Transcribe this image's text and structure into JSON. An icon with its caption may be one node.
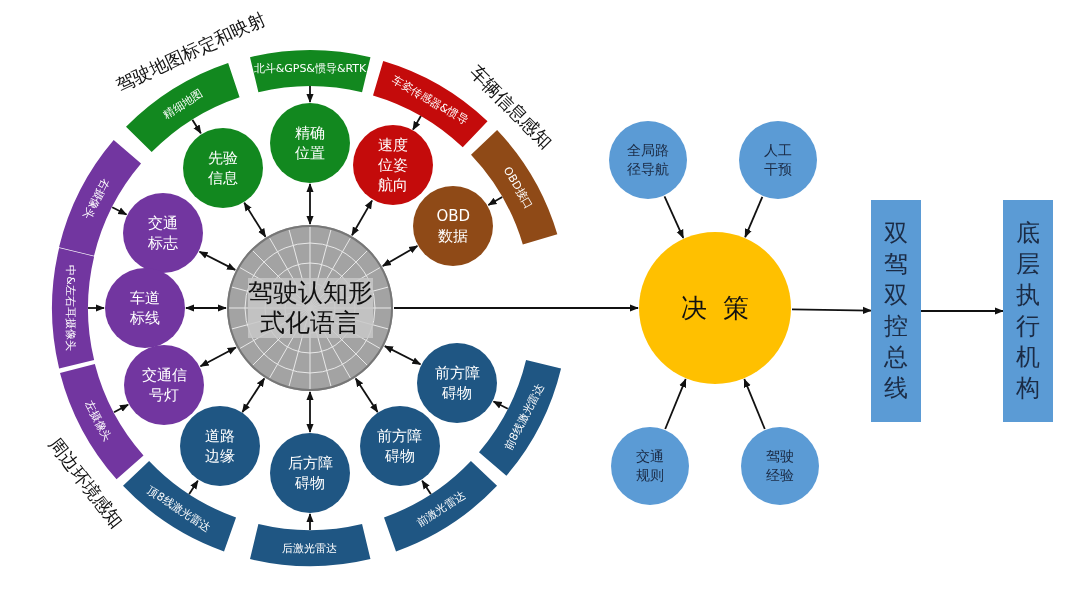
{
  "diagram": {
    "nodes": [
      {
        "text": [
          "精细地图"
        ]
      },
      {
        "text": [
          "北斗&GPS&惯导&RTK"
        ]
      },
      {
        "text": [
          "车姿传感器&惯导"
        ]
      },
      {
        "text": [
          "OBD接口"
        ]
      },
      {
        "text": [
          "右摄像头"
        ]
      },
      {
        "text": [
          "中&左右耳摄像头"
        ]
      },
      {
        "text": [
          "左摄像头"
        ]
      },
      {
        "text": [
          "顶8线激光雷达"
        ]
      },
      {
        "text": [
          "后激光雷达"
        ]
      },
      {
        "text": [
          "前激光雷达"
        ]
      },
      {
        "text": [
          "前8线激光雷达"
        ]
      },
      {
        "text": [
          "先验信息"
        ]
      },
      {
        "text": [
          "精确位置"
        ]
      },
      {
        "text": [
          "速度位姿航向"
        ]
      },
      {
        "text": [
          "OBD数据"
        ]
      },
      {
        "text": [
          "交通标志"
        ]
      },
      {
        "text": [
          "车道标线"
        ]
      },
      {
        "text": [
          "交通信号灯"
        ]
      },
      {
        "text": [
          "道路边缘"
        ]
      },
      {
        "text": [
          "后方障碍物"
        ]
      },
      {
        "text": [
          "前方障碍物"
        ]
      },
      {
        "text": [
          "前方障碍物"
        ]
      },
      {
        "text": [
          "驾驶认知形式化语言"
        ]
      },
      {
        "text": [
          "全局路径导航"
        ]
      },
      {
        "text": [
          "人工干预"
        ]
      },
      {
        "text": [
          "交通规则"
        ]
      },
      {
        "text": [
          "驾驶经验"
        ]
      },
      {
        "text": [
          "决策"
        ]
      },
      {
        "text": [
          "双驾双控总线"
        ]
      },
      {
        "text": [
          "底层执行机构"
        ]
      }
    ],
    "edges": [
      {
        "from": 0,
        "to": 11,
        "arrow": "to"
      },
      {
        "from": 1,
        "to": 12,
        "arrow": "to"
      },
      {
        "from": 2,
        "to": 13,
        "arrow": "to"
      },
      {
        "from": 3,
        "to": 14,
        "arrow": "to"
      },
      {
        "from": 4,
        "to": 15,
        "arrow": "to"
      },
      {
        "from": 5,
        "to": 16,
        "arrow": "to"
      },
      {
        "from": 6,
        "to": 17,
        "arrow": "to"
      },
      {
        "from": 7,
        "to": 18,
        "arrow": "to"
      },
      {
        "from": 8,
        "to": 19,
        "arrow": "to"
      },
      {
        "from": 9,
        "to": 20,
        "arrow": "to"
      },
      {
        "from": 10,
        "to": 21,
        "arrow": "to"
      },
      {
        "from": 11,
        "to": 22,
        "arrow": "both"
      },
      {
        "from": 12,
        "to": 22,
        "arrow": "both"
      },
      {
        "from": 13,
        "to": 22,
        "arrow": "both"
      },
      {
        "from": 14,
        "to": 22,
        "arrow": "both"
      },
      {
        "from": 15,
        "to": 22,
        "arrow": "both"
      },
      {
        "from": 16,
        "to": 22,
        "arrow": "both"
      },
      {
        "from": 17,
        "to": 22,
        "arrow": "both"
      },
      {
        "from": 18,
        "to": 22,
        "arrow": "both"
      },
      {
        "from": 19,
        "to": 22,
        "arrow": "both"
      },
      {
        "from": 20,
        "to": 22,
        "arrow": "both"
      },
      {
        "from": 21,
        "to": 22,
        "arrow": "both"
      },
      {
        "from": 22,
        "to": 27,
        "arrow": "to"
      },
      {
        "from": 23,
        "to": 27,
        "arrow": "to"
      },
      {
        "from": 24,
        "to": 27,
        "arrow": "to"
      },
      {
        "from": 25,
        "to": 27,
        "arrow": "to"
      },
      {
        "from": 26,
        "to": 27,
        "arrow": "to"
      },
      {
        "from": 27,
        "to": 28,
        "arrow": "to"
      },
      {
        "from": 28,
        "to": 29,
        "arrow": "to"
      }
    ],
    "labels": [
      "驾驶地图标定和映射",
      "车辆信息感知",
      "周边环境感知"
    ]
  }
}
